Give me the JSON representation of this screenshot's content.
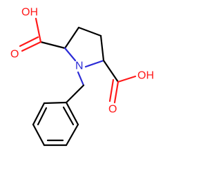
{
  "colors": {
    "background": "#ffffff",
    "carbon_bond": "#000000",
    "oxygen": "#ff1a1a",
    "nitrogen": "#2b2bd6"
  },
  "labels": {
    "oh_top": "OH",
    "o_top": "O",
    "n_ring": "N",
    "oh_right": "OH",
    "o_right": "O"
  }
}
